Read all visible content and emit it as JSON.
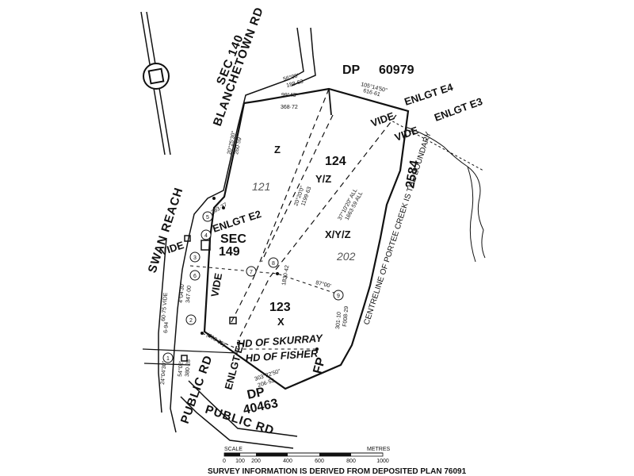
{
  "map": {
    "colors": {
      "ink": "#111111",
      "paper": "#ffffff",
      "plot_number": "#555555"
    },
    "north_symbol": "north-arrow-icon",
    "roads": {
      "blanchetown": "BLANCHETOWN RD",
      "swan_reach": "SWAN REACH",
      "public_rd_1": "PUBLIC RD",
      "public_rd_2": "PUBLIC RD"
    },
    "sections": {
      "sec_140": "SEC 140",
      "sec_149_a": "SEC",
      "sec_149_b": "149"
    },
    "deposited_plans": {
      "dp_60979_a": "DP",
      "dp_60979_b": "60979",
      "dp_40463_a": "DP",
      "dp_40463_b": "40463",
      "fp": "FP"
    },
    "allotments": {
      "a124": "124",
      "a123": "123",
      "a2584": "2584"
    },
    "easement_marks": {
      "z": "Z",
      "yz": "Y/Z",
      "xyz": "X/Y/Z",
      "x": "X",
      "plot_121": "121",
      "plot_202": "202"
    },
    "easements": {
      "e4": "ENLGT E4",
      "e3": "ENLGT E3",
      "e2": "ENLGT E2",
      "e1": "ENLGT E1",
      "vide": "VIDE"
    },
    "hundreds": {
      "skurray": "HD OF SKURRAY",
      "fisher": "HD OF FISHER"
    },
    "creek_note": "CENTRELINE OF PORTEE CREEK IS THE BOUNDARY",
    "bearings": {
      "b1": "56°08'",
      "b2": "188·63",
      "b3": "99°43'",
      "b4": "368·72",
      "b5": "105°14'50\"",
      "b6": "616·61",
      "b7": "20°25'30\"",
      "b8": "260·59",
      "b9": "20°20'0\"",
      "b10": "1199·63",
      "b11": "37°10'20\" ALL",
      "b12": "1663·59 ALL",
      "b13": "87°00'",
      "b14": "301·10",
      "b15": "4°04'30\"",
      "b16": "347·00",
      "b17": "60·75 VIDE",
      "b18": "(298·39)",
      "b19": "303°22'50\"",
      "b20": "206·53",
      "b21": "24°04'30\"",
      "b22": "6-94",
      "b23": "54°02'",
      "b24": "380·28",
      "b25": "283·37",
      "b26": "1820·42",
      "b27": "F008·29"
    },
    "stations": [
      "1",
      "2",
      "3",
      "4",
      "5",
      "6",
      "7",
      "8",
      "9"
    ],
    "scale": {
      "label_left": "SCALE",
      "label_right": "METRES",
      "ticks": [
        "0",
        "100",
        "200",
        "400",
        "600",
        "800",
        "1000"
      ]
    },
    "footer": "SURVEY INFORMATION IS DERIVED FROM DEPOSITED PLAN 76091"
  }
}
